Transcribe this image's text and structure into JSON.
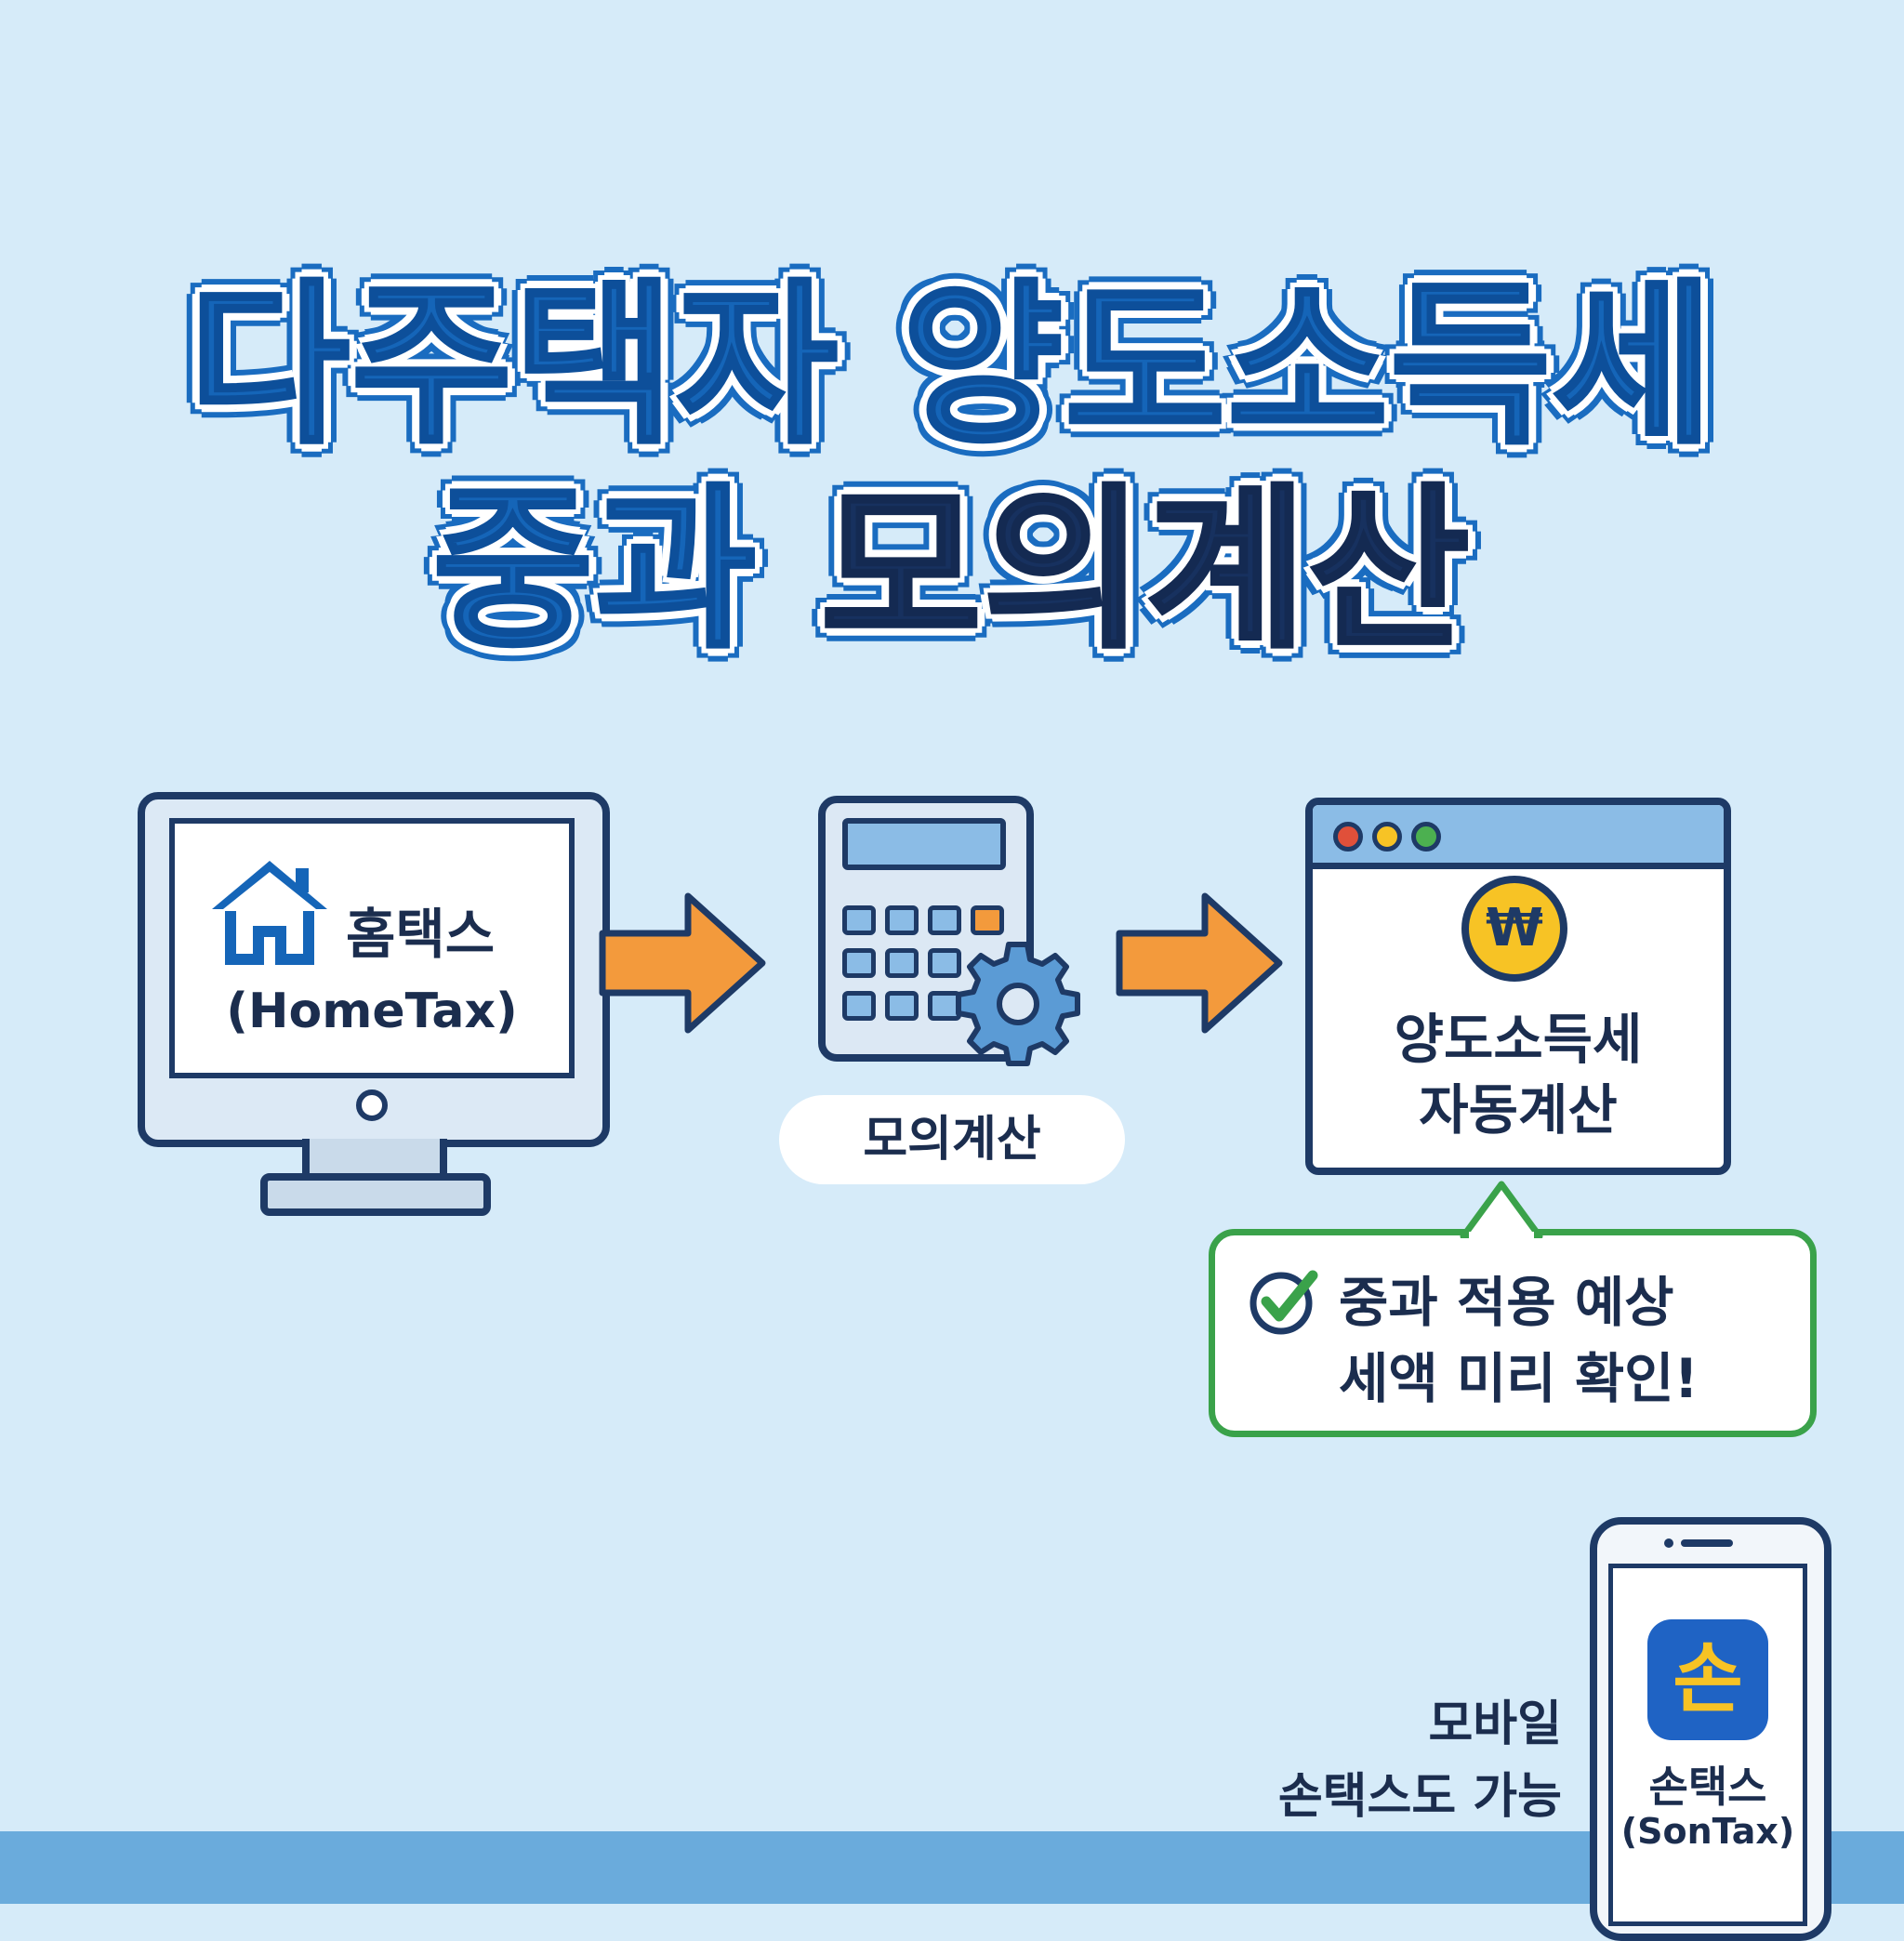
{
  "title": {
    "line1": "다주택자 양도소득세",
    "line2_blue": "중과",
    "line2_dark": "모의계산"
  },
  "step1": {
    "icon": "monitor-house-icon",
    "label": "홈택스",
    "label_en": "(HomeTax)"
  },
  "step2": {
    "icon": "calculator-gear-icon",
    "label": "모의계산"
  },
  "step3": {
    "icon": "browser-won-icon",
    "won_symbol": "₩",
    "line1": "양도소득세",
    "line2": "자동계산"
  },
  "bubble": {
    "icon": "check-icon",
    "line1": "중과 적용 예상",
    "line2": "세액 미리 확인!"
  },
  "mobile": {
    "line1": "모바일",
    "line2": "손택스도 가능",
    "app_glyph": "손",
    "app_label": "손택스",
    "app_label_en": "(SonTax)"
  },
  "colors": {
    "background": "#d6ebf9",
    "title_blue": "#1565b8",
    "title_dark": "#17315f",
    "arrow_orange": "#f39a3c",
    "outline_navy": "#1e3a66",
    "bubble_green": "#3aa24a",
    "coin_yellow": "#f7c325",
    "band_blue": "#6aabdc"
  }
}
